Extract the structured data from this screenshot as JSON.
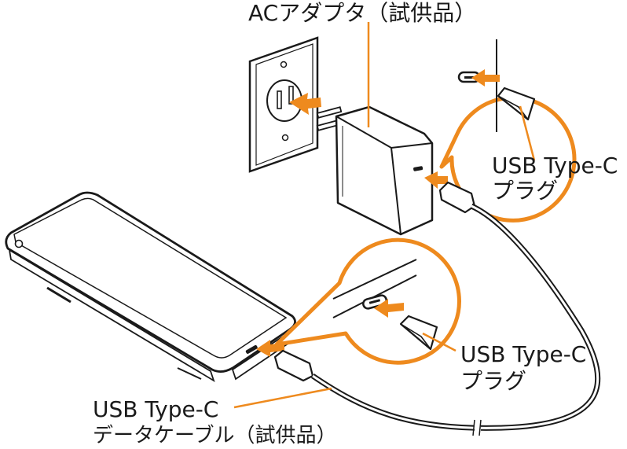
{
  "labels": {
    "ac_adapter": "ACアダプタ（試供品）",
    "plug_top_line1": "USB Type-C",
    "plug_top_line2": "プラグ",
    "plug_mid_line1": "USB Type-C",
    "plug_mid_line2": "プラグ",
    "cable_line1": "USB Type-C",
    "cable_line2": "データケーブル（試供品）"
  },
  "colors": {
    "accent": "#ee8a1e",
    "line": "#1a1a1a",
    "callout_bg": "#ffffff",
    "device_fill": "#ffffff"
  },
  "icons": {
    "arrow": "insert-arrow-icon",
    "outlet": "wall-outlet-icon",
    "adapter": "ac-adapter-icon",
    "phone": "smartphone-icon",
    "plug": "usb-type-c-plug-icon"
  }
}
